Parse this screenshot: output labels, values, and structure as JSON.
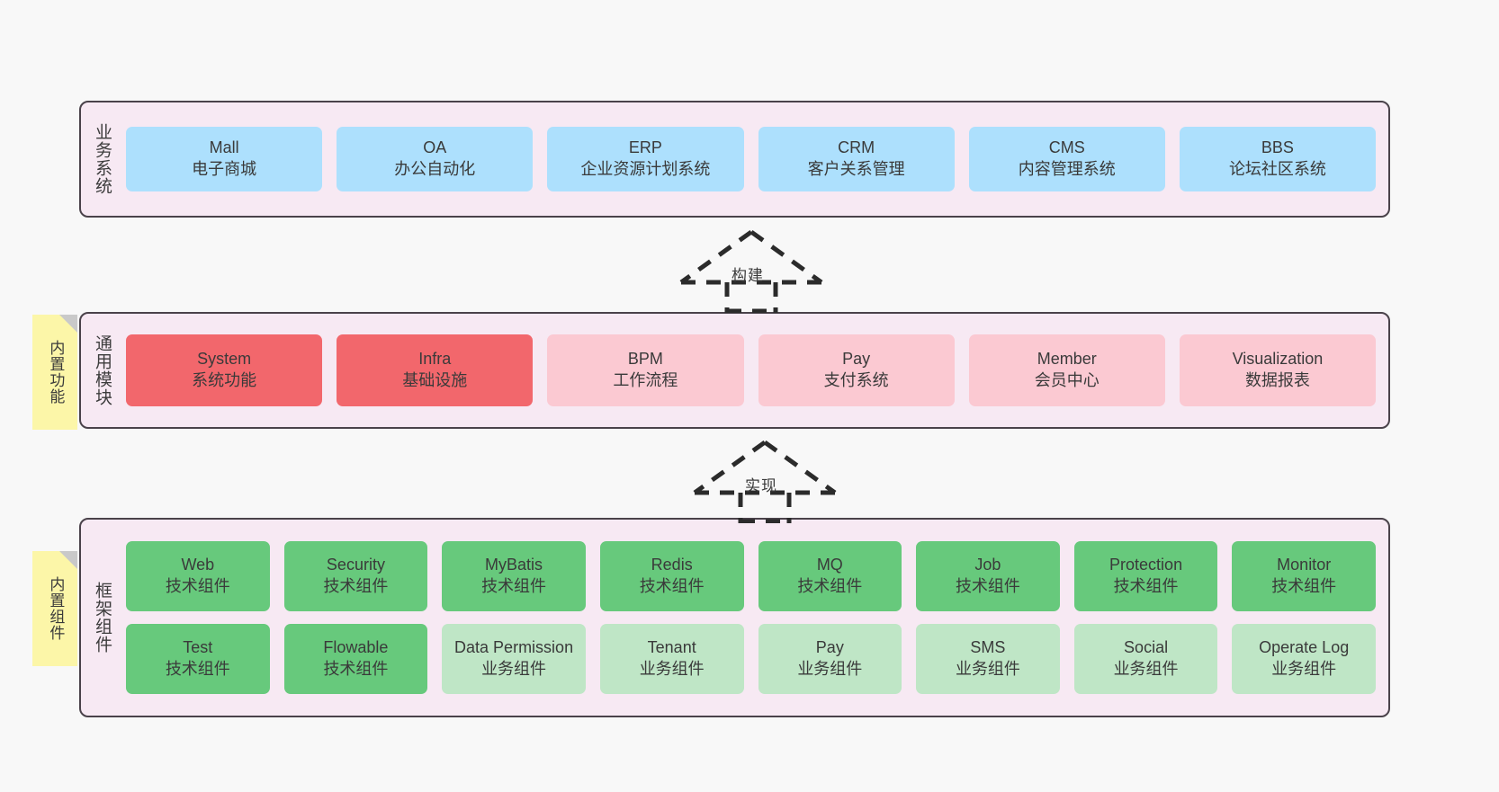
{
  "theme": {
    "page_bg": "#f8f8f8",
    "layer_bg": "#f7e9f3",
    "layer_border": "#4a424a",
    "blue": "#ade0fd",
    "red": "#f2676c",
    "pink": "#fbc9d2",
    "green": "#67c97c",
    "mint": "#bfe6c6",
    "note_yellow": "#fcf6a8",
    "note_fold": "#c9c9c9",
    "text": "#3a3a3a"
  },
  "layers": {
    "business": {
      "title": "业务系统",
      "cards": [
        {
          "en": "Mall",
          "cn": "电子商城"
        },
        {
          "en": "OA",
          "cn": "办公自动化"
        },
        {
          "en": "ERP",
          "cn": "企业资源计划系统"
        },
        {
          "en": "CRM",
          "cn": "客户关系管理"
        },
        {
          "en": "CMS",
          "cn": "内容管理系统"
        },
        {
          "en": "BBS",
          "cn": "论坛社区系统"
        }
      ]
    },
    "modules": {
      "title": "通用模块",
      "cards": [
        {
          "en": "System",
          "cn": "系统功能",
          "color": "red"
        },
        {
          "en": "Infra",
          "cn": "基础设施",
          "color": "red"
        },
        {
          "en": "BPM",
          "cn": "工作流程",
          "color": "pink"
        },
        {
          "en": "Pay",
          "cn": "支付系统",
          "color": "pink"
        },
        {
          "en": "Member",
          "cn": "会员中心",
          "color": "pink"
        },
        {
          "en": "Visualization",
          "cn": "数据报表",
          "color": "pink"
        }
      ]
    },
    "framework": {
      "title": "框架组件",
      "row1": [
        {
          "en": "Web",
          "cn": "技术组件"
        },
        {
          "en": "Security",
          "cn": "技术组件"
        },
        {
          "en": "MyBatis",
          "cn": "技术组件"
        },
        {
          "en": "Redis",
          "cn": "技术组件"
        },
        {
          "en": "MQ",
          "cn": "技术组件"
        },
        {
          "en": "Job",
          "cn": "技术组件"
        },
        {
          "en": "Protection",
          "cn": "技术组件"
        },
        {
          "en": "Monitor",
          "cn": "技术组件"
        }
      ],
      "row2": [
        {
          "en": "Test",
          "cn": "技术组件",
          "color": "green"
        },
        {
          "en": "Flowable",
          "cn": "技术组件",
          "color": "green"
        },
        {
          "en": "Data Permission",
          "cn": "业务组件",
          "color": "mint"
        },
        {
          "en": "Tenant",
          "cn": "业务组件",
          "color": "mint"
        },
        {
          "en": "Pay",
          "cn": "业务组件",
          "color": "mint"
        },
        {
          "en": "SMS",
          "cn": "业务组件",
          "color": "mint"
        },
        {
          "en": "Social",
          "cn": "业务组件",
          "color": "mint"
        },
        {
          "en": "Operate Log",
          "cn": "业务组件",
          "color": "mint"
        }
      ]
    }
  },
  "notes": [
    {
      "name": "builtin-function",
      "text": "内置功能"
    },
    {
      "name": "builtin-component",
      "text": "内置组件"
    }
  ],
  "arrows": [
    {
      "name": "build",
      "label": "构建"
    },
    {
      "name": "implement",
      "label": "实现"
    }
  ]
}
